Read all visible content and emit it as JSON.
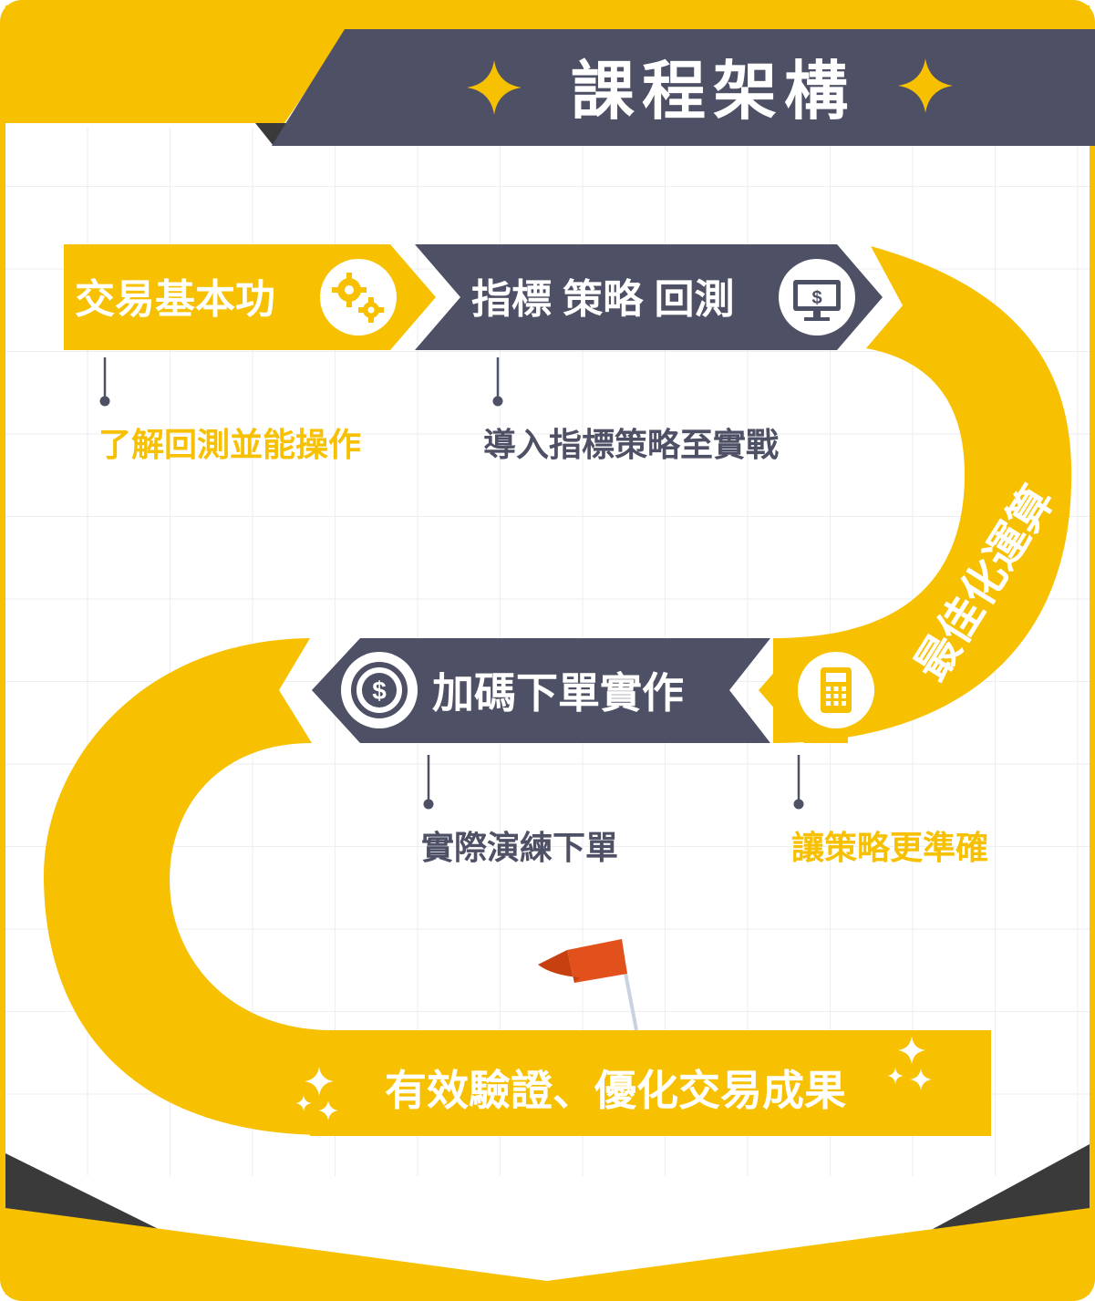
{
  "header": {
    "title": "課程架構"
  },
  "steps": [
    {
      "label": "交易基本功",
      "icon": "gears-icon",
      "caption": "了解回測並能操作"
    },
    {
      "label": "指標 策略 回測",
      "icon": "monitor-dollar-icon",
      "caption": "導入指標策略至實戰"
    },
    {
      "label": "最佳化運算",
      "icon": "calculator-icon",
      "caption": "讓策略更準確"
    },
    {
      "label": "加碼下單實作",
      "icon": "coin-dollar-icon",
      "caption": "實際演練下單"
    }
  ],
  "goal": {
    "label": "有效驗證、優化交易成果",
    "icon": "flag-icon"
  },
  "colors": {
    "yellow": "#F7C000",
    "slate": "#4E5065",
    "dark": "#3A3A3A",
    "flag": "#E2511C",
    "grid": "#EDEEF1"
  }
}
